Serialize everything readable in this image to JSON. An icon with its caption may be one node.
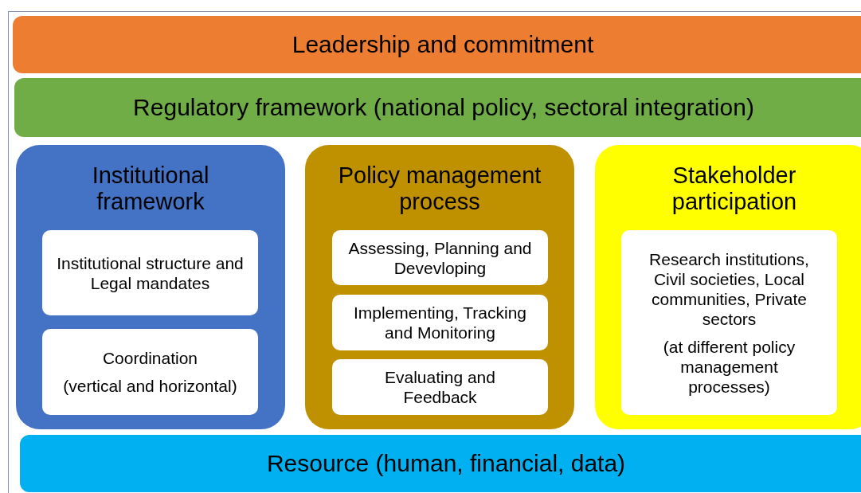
{
  "diagram": {
    "nodes": [
      {
        "text": [
          "Leadership and commitment"
        ]
      },
      {
        "text": [
          "Regulatory framework (national policy, sectoral integration)"
        ]
      },
      {
        "text": [
          "Institutional framework"
        ]
      },
      {
        "text": [
          "Institutional structure and Legal mandates"
        ],
        "in": 2
      },
      {
        "text": [
          "Coordination",
          "(vertical and horizontal)"
        ],
        "in": 2
      },
      {
        "text": [
          "Policy management process"
        ]
      },
      {
        "text": [
          "Assessing, Planning and Devevloping"
        ],
        "in": 5
      },
      {
        "text": [
          "Implementing, Tracking and Monitoring"
        ],
        "in": 5
      },
      {
        "text": [
          "Evaluating and Feedback"
        ],
        "in": 5
      },
      {
        "text": [
          "Stakeholder participation"
        ]
      },
      {
        "text": [
          "Research institutions, Civil societies, Local communities, Private sectors",
          "(at different policy management processes)"
        ],
        "in": 9
      },
      {
        "text": [
          "Resource (human, financial, data)"
        ]
      }
    ],
    "edges": []
  }
}
